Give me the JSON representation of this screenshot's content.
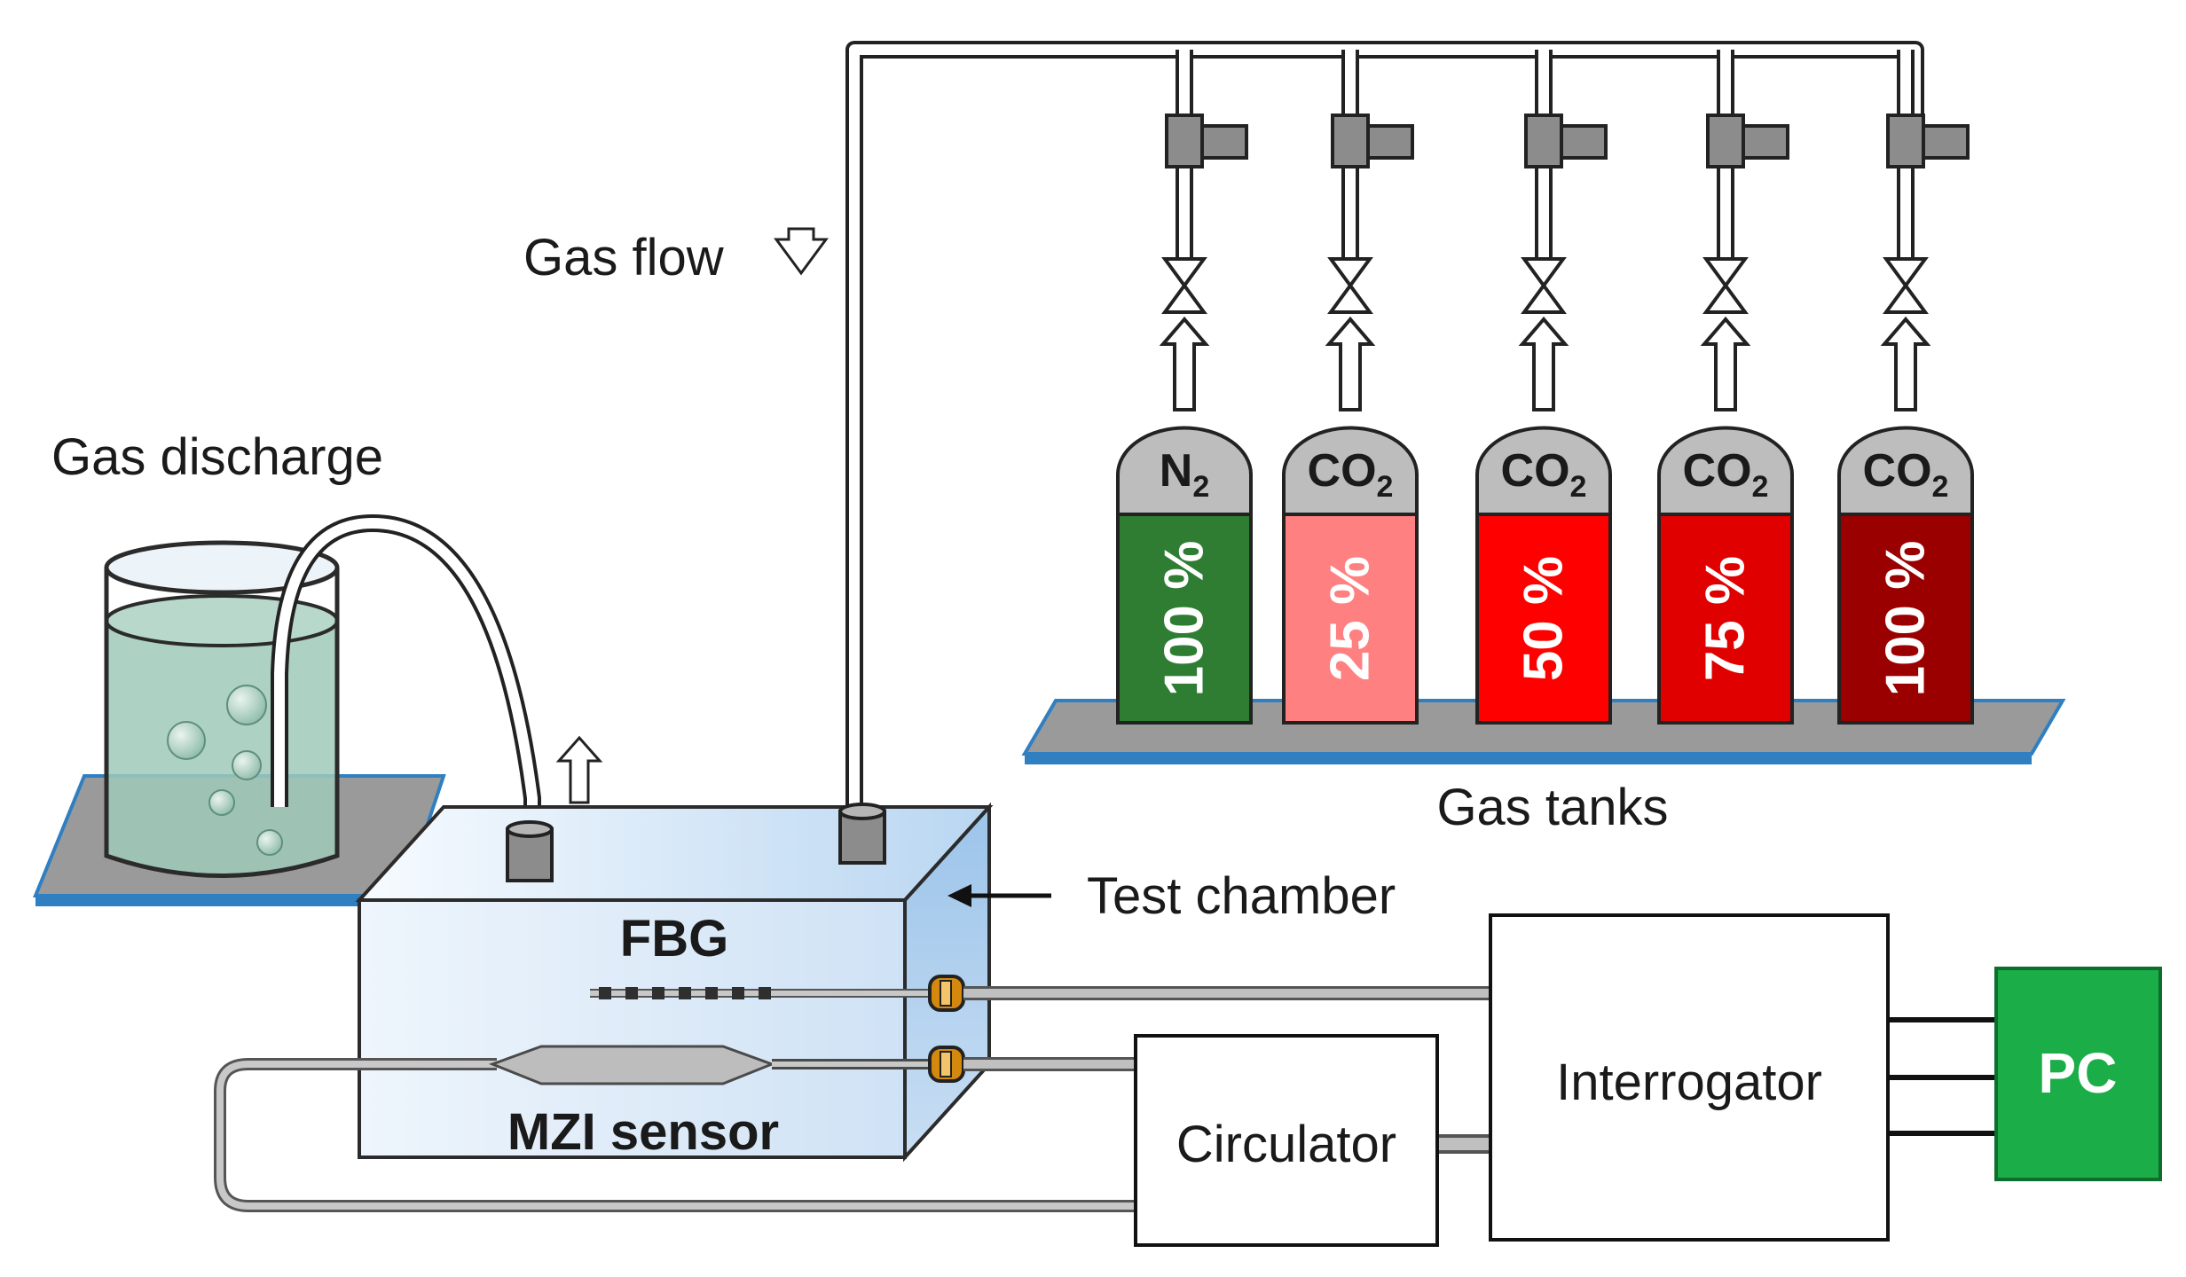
{
  "labels": {
    "gas_flow": "Gas flow",
    "gas_discharge": "Gas discharge",
    "gas_tanks": "Gas tanks",
    "test_chamber": "Test chamber",
    "fbg": "FBG",
    "mzi_sensor": "MZI sensor",
    "circulator": "Circulator",
    "interrogator": "Interrogator",
    "pc": "PC"
  },
  "tanks": [
    {
      "gas_base": "N",
      "gas_sub": "2",
      "percent": "100 %",
      "color": "#2e7d32"
    },
    {
      "gas_base": "CO",
      "gas_sub": "2",
      "percent": "25 %",
      "color": "#ff8080"
    },
    {
      "gas_base": "CO",
      "gas_sub": "2",
      "percent": "50 %",
      "color": "#ff0000"
    },
    {
      "gas_base": "CO",
      "gas_sub": "2",
      "percent": "75 %",
      "color": "#e00000"
    },
    {
      "gas_base": "CO",
      "gas_sub": "2",
      "percent": "100 %",
      "color": "#9b0000"
    }
  ],
  "colors": {
    "pc_green": "#1aad48",
    "water": "#9fc9b9",
    "chamber": "#d6e8f7",
    "platform": "#9a9a9a",
    "platform_edge": "#2f7fc1",
    "connector": "#d4890e"
  }
}
